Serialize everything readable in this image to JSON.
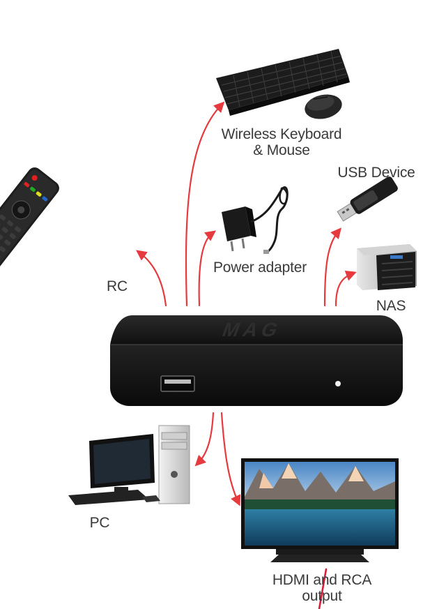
{
  "device": {
    "brand": "MAG"
  },
  "labels": {
    "keyboard_line1": "Wireless Keyboard",
    "keyboard_line2": "& Mouse",
    "usb": "USB Device",
    "power": "Power adapter",
    "rc": "RC",
    "nas": "NAS",
    "pc": "PC",
    "hdmi_line1": "HDMI and RCA",
    "hdmi_line2": "output"
  },
  "colors": {
    "arrow": "#e63a3f",
    "device_body": "#1b1b1b",
    "label_text": "#3a3a3a",
    "mark": "#d6203a"
  }
}
